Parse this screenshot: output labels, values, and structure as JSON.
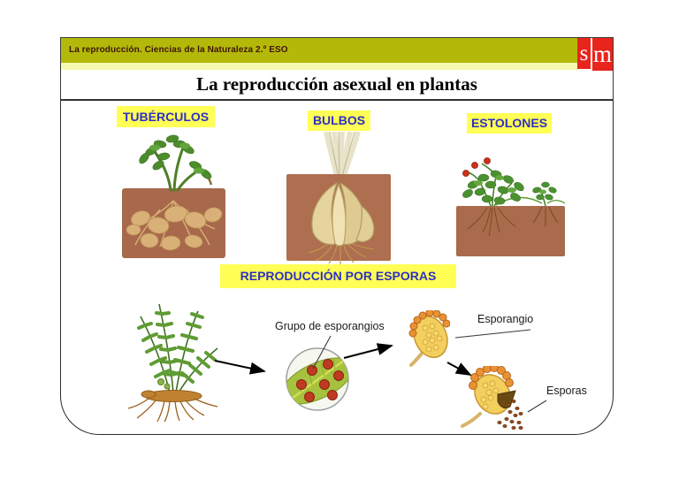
{
  "slide": {
    "header": {
      "course_label": "La reproducción. Ciencias de la Naturaleza 2.º ESO",
      "logo": {
        "s": "s",
        "m": "m"
      },
      "title": "La reproducción asexual en plantas"
    },
    "section_labels": {
      "tuberculos": "TUBÉRCULOS",
      "bulbos": "BULBOS",
      "estolones": "ESTOLONES",
      "esporas_banner": "REPRODUCCIÓN POR ESPORAS"
    },
    "annotations": {
      "grupo_esporangios": "Grupo de esporangios",
      "esporangio": "Esporangio",
      "esporas": "Esporas"
    },
    "illustrations": {
      "tuberculos": "potato-plant-with-tubers-in-soil",
      "bulbos": "garlic-bulb-in-soil",
      "estolones": "strawberry-plant-with-stolon",
      "esporas_sequence": [
        "fern-with-roots",
        "magnified-leaf-with-sporangia-clusters",
        "sporangium-closed",
        "sporangium-open-releasing-spores"
      ]
    },
    "colors": {
      "header_bar": "#b4b909",
      "header_strip": "#f6f8b0",
      "header_text": "#3f1505",
      "label_bg": "#ffff55",
      "label_text": "#2f2fc4",
      "logo_red": "#e8251d",
      "soil_brown": "#a7684c",
      "sporangium_yellow": "#f3cf5e",
      "sporangia_red": "#c03a22",
      "arrow": "#000000"
    }
  }
}
